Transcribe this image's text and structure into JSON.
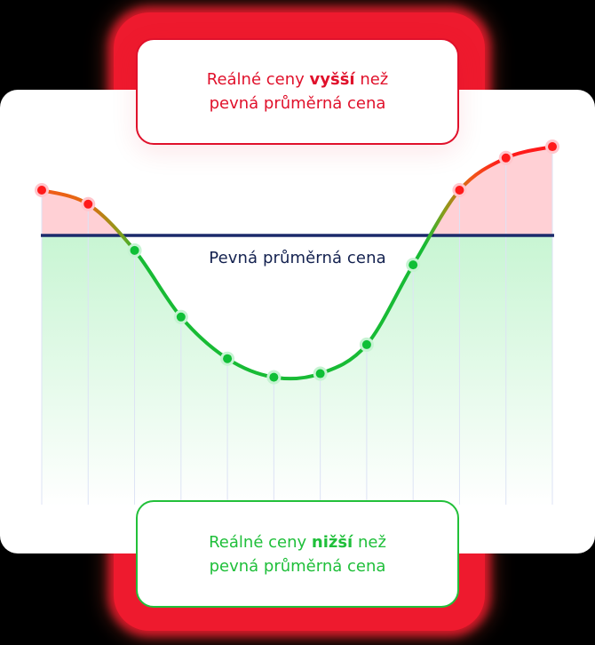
{
  "callouts": {
    "top": {
      "prefix": "Reálné ceny ",
      "emphasis": "vyšší",
      "suffix": " než",
      "line2": "pevná průměrná cena",
      "color": "#e0112b"
    },
    "bottom": {
      "prefix": "Reálné ceny ",
      "emphasis": "nižší",
      "suffix": " než",
      "line2": "pevná průměrná cena",
      "color": "#1fbf3a"
    }
  },
  "average_line": {
    "label": "Pevná průměrná cena",
    "color": "#1b2a6b"
  },
  "colors": {
    "above": "#ff1a1a",
    "below": "#0fbf36",
    "above_fill": "#ffd0d5",
    "below_fill": "#c8f5d3",
    "gridline": "#dde3f5"
  },
  "chart_data": {
    "type": "line",
    "title": "",
    "xlabel": "",
    "ylabel": "",
    "x": [
      1,
      2,
      3,
      4,
      5,
      6,
      7,
      8,
      9,
      10,
      11,
      12
    ],
    "series": [
      {
        "name": "Reálné ceny",
        "values": [
          1.0,
          0.69,
          -0.33,
          -1.8,
          -2.72,
          -3.13,
          -3.05,
          -2.41,
          -0.65,
          1.0,
          1.71,
          1.96
        ]
      },
      {
        "name": "Pevná průměrná cena",
        "values": [
          0,
          0,
          0,
          0,
          0,
          0,
          0,
          0,
          0,
          0,
          0,
          0
        ]
      }
    ],
    "annotations": [
      "Reálné ceny vyšší než pevná průměrná cena",
      "Pevná průměrná cena",
      "Reálné ceny nižší než pevná průměrná cena"
    ],
    "grid": "vertical",
    "y_units": "relative (no axis ticks shown)"
  }
}
